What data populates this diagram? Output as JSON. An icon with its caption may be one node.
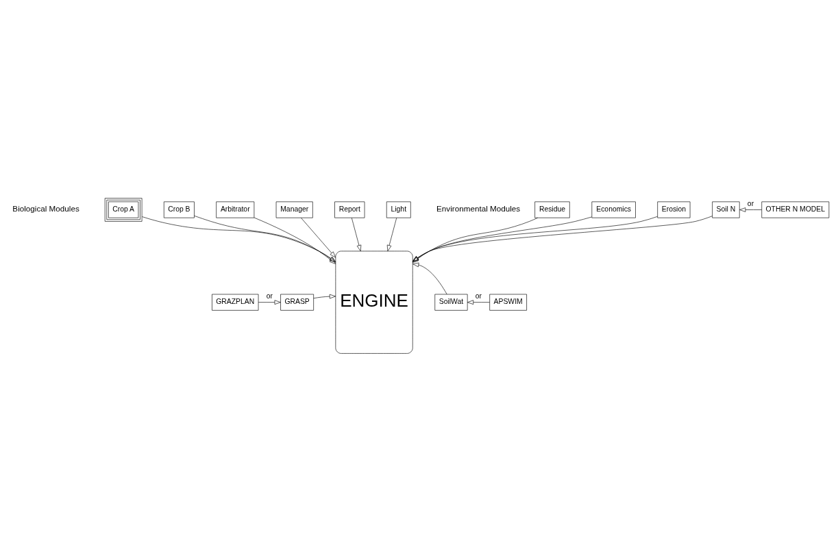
{
  "diagram": {
    "nodes": [
      {
        "text": [
          "ENGINE"
        ]
      },
      {
        "text": [
          "Arbitrator"
        ]
      },
      {
        "text": [
          "Manager"
        ]
      },
      {
        "text": [
          "Report"
        ]
      },
      {
        "text": [
          "Crop A"
        ]
      },
      {
        "text": [
          "Light"
        ]
      },
      {
        "text": [
          "Crop B"
        ]
      },
      {
        "text": [
          "SoilWat"
        ]
      },
      {
        "text": [
          "APSWIM"
        ]
      },
      {
        "text": [
          "GRAZPLAN"
        ]
      },
      {
        "text": [
          "GRASP"
        ]
      },
      {
        "text": [
          "Soil N"
        ]
      },
      {
        "text": [
          "OTHER N MODEL"
        ]
      },
      {
        "text": [
          "Residue"
        ]
      },
      {
        "text": [
          "Erosion"
        ]
      },
      {
        "text": [
          "Economics"
        ]
      }
    ],
    "edges": [
      {
        "from": 1,
        "to": 0,
        "arrow": "to"
      },
      {
        "from": 2,
        "to": 0,
        "arrow": "to"
      },
      {
        "from": 3,
        "to": 0,
        "arrow": "to"
      },
      {
        "from": 4,
        "to": 0,
        "arrow": "to"
      },
      {
        "from": 5,
        "to": 0,
        "arrow": "to"
      },
      {
        "from": 6,
        "to": 0,
        "arrow": "to"
      },
      {
        "from": 7,
        "to": 0,
        "arrow": "to"
      },
      {
        "from": 8,
        "to": 7,
        "arrow": "to",
        "label": "or"
      },
      {
        "from": 10,
        "to": 0,
        "arrow": "to"
      },
      {
        "from": 9,
        "to": 10,
        "arrow": "to",
        "label": "or"
      },
      {
        "from": 11,
        "to": 0,
        "arrow": "to"
      },
      {
        "from": 12,
        "to": 11,
        "arrow": "to",
        "label": "or"
      },
      {
        "from": 13,
        "to": 0,
        "arrow": "to"
      },
      {
        "from": 14,
        "to": 0,
        "arrow": "to"
      },
      {
        "from": 15,
        "to": 0,
        "arrow": "to"
      }
    ],
    "labels": [
      "Biological Modules",
      "Environmental Modules"
    ]
  }
}
